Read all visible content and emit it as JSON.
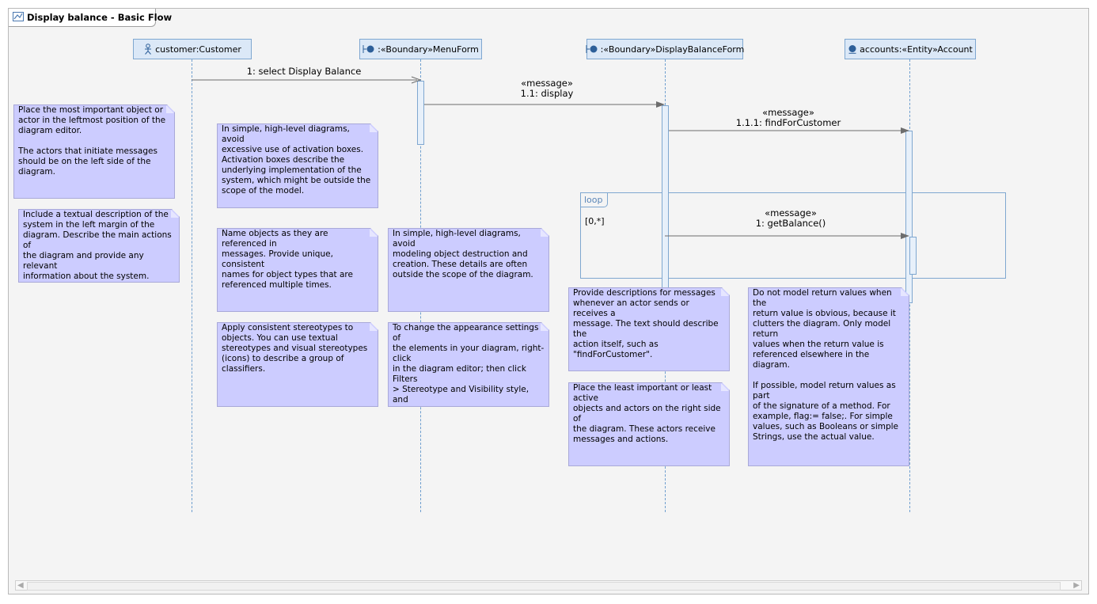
{
  "diagram": {
    "title": "Display balance - Basic Flow",
    "title_icon": "sequence-diagram-icon"
  },
  "lifelines": [
    {
      "id": "customer",
      "label": "customer:Customer",
      "icon": "actor-icon"
    },
    {
      "id": "menuform",
      "label": ":«Boundary»MenuForm",
      "icon": "boundary-icon"
    },
    {
      "id": "displaybalanceform",
      "label": ":«Boundary»DisplayBalanceForm",
      "icon": "boundary-icon"
    },
    {
      "id": "account",
      "label": "accounts:«Entity»Account",
      "icon": "entity-icon"
    }
  ],
  "messages": [
    {
      "stereotype": "",
      "label": "1: select Display Balance",
      "from": "customer",
      "to": "menuform"
    },
    {
      "stereotype": "«message»",
      "label": "1.1: display",
      "from": "menuform",
      "to": "displaybalanceform"
    },
    {
      "stereotype": "«message»",
      "label": "1.1.1: findForCustomer",
      "from": "displaybalanceform",
      "to": "account"
    },
    {
      "stereotype": "«message»",
      "label": "1: getBalance()",
      "from": "displaybalanceform",
      "to": "account"
    }
  ],
  "loop": {
    "operator": "loop",
    "guard": "[0,*]"
  },
  "notes": [
    {
      "text": "Place the most important object or\nactor in the leftmost position of the\ndiagram editor.\n\nThe actors that initiate messages\nshould be on the left side of the\ndiagram."
    },
    {
      "text": "Include a textual description of the\nsystem in the left margin of the\ndiagram. Describe the main actions of\nthe diagram and provide any relevant\ninformation about the system."
    },
    {
      "text": "In simple, high-level diagrams, avoid\nexcessive use of activation boxes.\nActivation boxes describe the\nunderlying implementation of the\nsystem, which might be outside the\nscope of the model."
    },
    {
      "text": "Name objects as they are referenced in\nmessages. Provide unique, consistent\nnames for object types that are\nreferenced multiple times."
    },
    {
      "text": "In simple, high-level diagrams, avoid\nmodeling object destruction and\ncreation. These details are often\noutside the scope of the diagram."
    },
    {
      "text": "Apply consistent stereotypes to\nobjects. You can use textual\nstereotypes and visual stereotypes\n(icons) to describe a group of\nclassifiers."
    },
    {
      "text": "To change the appearance settings of\nthe elements in your diagram, right-click\nin the diagram editor; then click Filters\n> Stereotype and Visibility style, and\nclick a visibility setting."
    },
    {
      "text": "Provide descriptions for messages\nwhenever an actor sends or receives a\nmessage. The text should describe the\naction itself, such as\n\"findForCustomer\"."
    },
    {
      "text": "Place the least important or least active\nobjects and actors on the right side of\nthe diagram. These actors receive\nmessages and actions."
    },
    {
      "text": "Do not model return values when the\nreturn value is obvious, because it\nclutters the diagram. Only model return\nvalues when the return value is\nreferenced elsewhere in the diagram.\n\nIf possible, model return values as part\nof the signature of a method. For\nexample, flag:= false;. For simple\nvalues, such as Booleans or simple\nStrings, use the actual value."
    }
  ],
  "colors": {
    "lifeline_fill": "#dbe8f7",
    "lifeline_border": "#7fa7d0",
    "note_fill": "#ccccff",
    "canvas": "#f4f4f4"
  }
}
